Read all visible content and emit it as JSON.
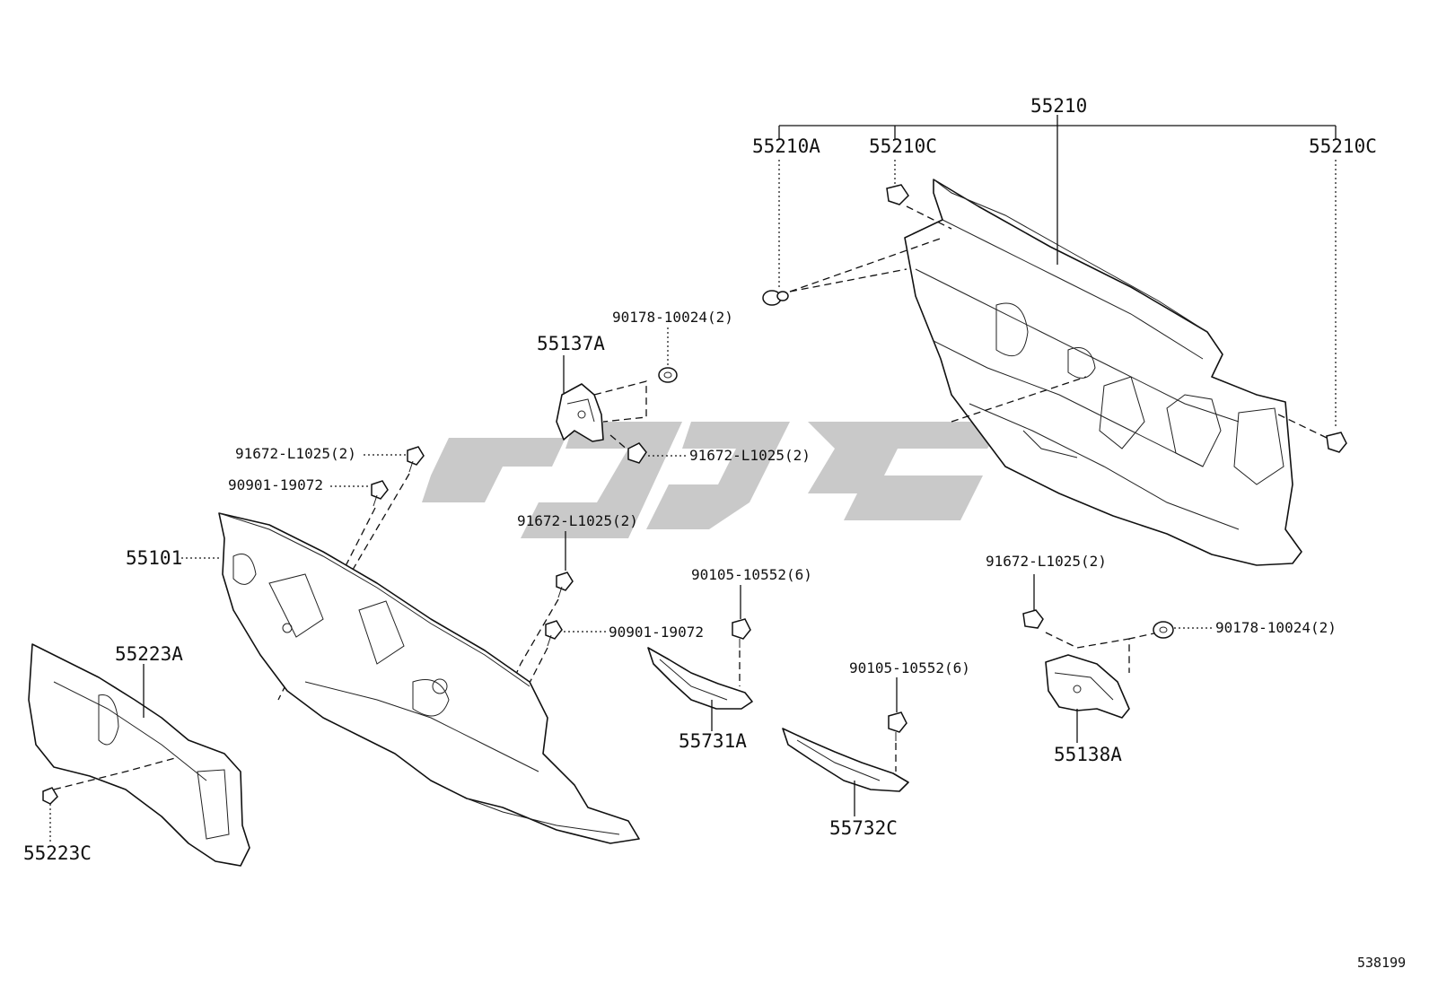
{
  "labels": {
    "p55210": "55210",
    "p55210A": "55210A",
    "p55210C_left": "55210C",
    "p55210C_right": "55210C",
    "p90178_top": "90178-10024(2)",
    "p55137A": "55137A",
    "p91672_top": "91672-L1025(2)",
    "p91672_left": "91672-L1025(2)",
    "p90901_left": "90901-19072",
    "p91672_mid": "91672-L1025(2)",
    "p55101": "55101",
    "p90105_a": "90105-10552(6)",
    "p90901_mid": "90901-19072",
    "p55223A": "55223A",
    "p55731A": "55731A",
    "p91672_right": "91672-L1025(2)",
    "p90178_right": "90178-10024(2)",
    "p90105_b": "90105-10552(6)",
    "p55138A": "55138A",
    "p55223C": "55223C",
    "p55732C": "55732C",
    "figure_number": "538199"
  }
}
